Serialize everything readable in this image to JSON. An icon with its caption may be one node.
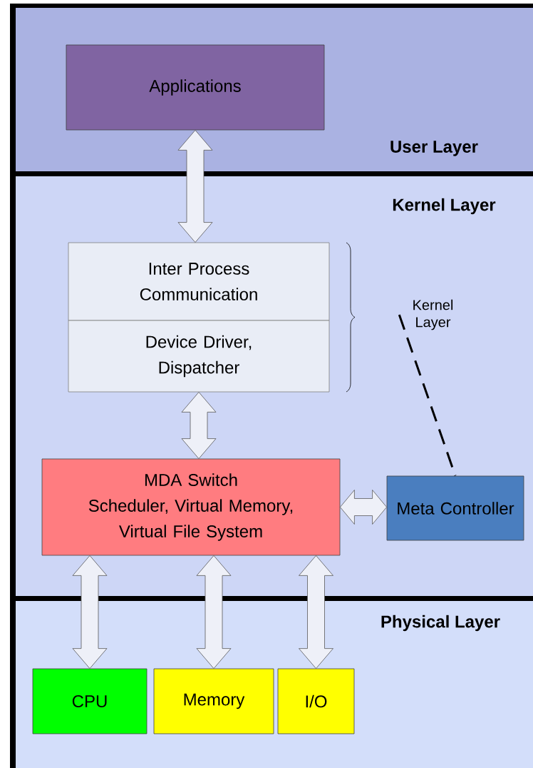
{
  "diagram": {
    "nodes": [
      {
        "text": [
          "User Layer"
        ]
      },
      {
        "text": [
          "Applications"
        ],
        "in": 0
      },
      {
        "text": [
          "Kernel Layer"
        ]
      },
      {
        "text": [
          "Inter Process Communication"
        ],
        "in": 2
      },
      {
        "text": [
          "Device Driver, Dispatcher"
        ],
        "in": 2
      },
      {
        "text": [
          "MDA Switch",
          "Scheduler, Virtual Memory, Virtual File System"
        ],
        "in": 2
      },
      {
        "text": [
          "Meta Controller"
        ],
        "in": 2
      },
      {
        "text": [
          "Kernel Layer"
        ],
        "in": 2
      },
      {
        "text": [
          "Physical Layer"
        ]
      },
      {
        "text": [
          "CPU"
        ],
        "in": 8
      },
      {
        "text": [
          "Memory"
        ],
        "in": 8
      },
      {
        "text": [
          "I/O"
        ],
        "in": 8
      }
    ],
    "edges": [
      {
        "from": 1,
        "to": 3,
        "arrow": "both"
      },
      {
        "from": 4,
        "to": 5,
        "arrow": "both"
      },
      {
        "from": 5,
        "to": 6,
        "arrow": "both"
      },
      {
        "from": 5,
        "to": 9,
        "arrow": "both"
      },
      {
        "from": 5,
        "to": 10,
        "arrow": "both"
      },
      {
        "from": 5,
        "to": 11,
        "arrow": "both"
      },
      {
        "from": 7,
        "to": 6,
        "arrow": "none",
        "style": "dashed"
      }
    ]
  }
}
